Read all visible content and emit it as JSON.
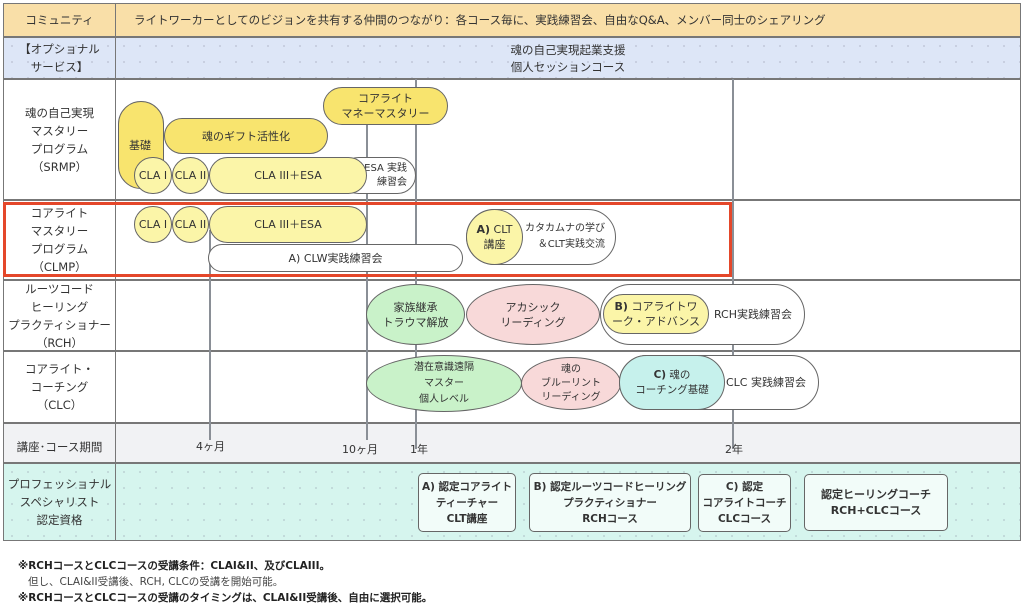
{
  "community": {
    "label": "コミュニティ",
    "text": "ライトワーカーとしてのビジョンを共有する仲間のつながり：各コース毎に、実践練習会、自由なQ&A、メンバー同士のシェアリング",
    "color": "#f9dfa8"
  },
  "optional": {
    "label": "【オプショナル\nサービス】",
    "text": "魂の自己実現起業支援\n個人セッションコース",
    "color": "#dde6f7"
  },
  "programs": [
    {
      "label": "魂の自己実現\nマスタリー\nプログラム\n（SRMP）",
      "items": {
        "kiso": "基礎",
        "gift": "魂のギフト活性化",
        "money": "コアライト\nマネーマスタリー",
        "cla1": "CLA I",
        "cla2": "CLA II",
        "cla3": "CLA III＋ESA",
        "esa_practice": "ESA 実践\n練習会"
      }
    },
    {
      "label": "コアライト\nマスタリー\nプログラム\n（CLMP）",
      "highlighted": true,
      "highlight_color": "#e4472a",
      "items": {
        "cla1": "CLA I",
        "cla2": "CLA II",
        "cla3": "CLA III＋ESA",
        "clw": "A) CLW実践練習会",
        "clt_prefix": "A)",
        "clt": " CLT\n講座",
        "katakamuna": "カタカムナの学び\n＆CLT実践交流"
      }
    },
    {
      "label": "ルーツコード\nヒーリング\nプラクティショナー\n（RCH）",
      "items": {
        "family": "家族継承\nトラウマ解放",
        "akashic": "アカシック\nリーディング",
        "advance_prefix": "B)",
        "advance": " コアライトワ\nーク・アドバンス",
        "rch_practice": "RCH実践練習会"
      }
    },
    {
      "label": "コアライト・\nコーチング\n（CLC）",
      "items": {
        "subconscious": "潜在意識遠隔\nマスター\n個人レベル",
        "blueprint": "魂の\nブルーリント\nリーディング",
        "coaching_prefix": "C)",
        "coaching": " 魂の\nコーチング基礎",
        "clc_practice": "CLC 実践練習会"
      }
    }
  ],
  "timeline": {
    "label": "講座･コース期間",
    "ticks": [
      "4ヶ月",
      "10ヶ月",
      "1年",
      "2年"
    ]
  },
  "certification": {
    "label": "プロフェッショナル\nスペシャリスト\n認定資格",
    "color": "#d6f5ee",
    "items": [
      "A) 認定コアライト\nティーチャー\nCLT講座",
      "B) 認定ルーツコードヒーリング\nプラクティショナー\nRCHコース",
      "C) 認定\nコアライトコーチ\nCLCコース",
      "認定ヒーリングコーチ\nRCH+CLCコース"
    ]
  },
  "notes": [
    "※RCHコースとCLCコースの受講条件：CLAI&II、及びCLAIII。",
    "但し、CLAI&II受講後、RCH, CLCの受講を開始可能。",
    "※RCHコースとCLCコースの受講のタイミングは、CLAI&II受講後、自由に選択可能。"
  ]
}
